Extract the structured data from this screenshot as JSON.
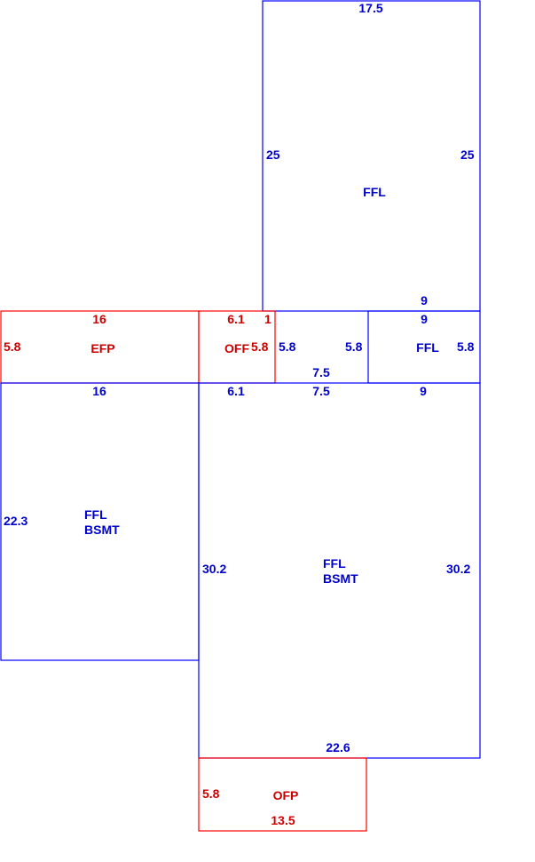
{
  "colors": {
    "living": "#0000ff",
    "porch": "#ff0000"
  },
  "upper_ffl": {
    "label": "FFL",
    "top": "17.5",
    "left": "25",
    "right": "25",
    "bottom": "9"
  },
  "small_ffl": {
    "label": "FFL",
    "top": "9",
    "left": "5.8",
    "right": "5.8",
    "bottom": "9"
  },
  "connector": {
    "left": "5.8",
    "bottom": "7.5"
  },
  "efp": {
    "label": "EFP",
    "top": "16",
    "left": "5.8"
  },
  "off_mid": {
    "label": "OFF",
    "top": "6.1",
    "side": "1",
    "right": "5.8"
  },
  "left_bsmt": {
    "label_line1": "FFL",
    "label_line2": "BSMT",
    "top": "16",
    "left": "22.3"
  },
  "right_bsmt": {
    "label_line1": "FFL",
    "label_line2": "BSMT",
    "top_a": "6.1",
    "top_b": "7.5",
    "top_c": "9",
    "left": "30.2",
    "right": "30.2",
    "bottom": "22.6"
  },
  "bottom_ofp": {
    "label": "OFP",
    "left": "5.8",
    "bottom": "13.5"
  }
}
